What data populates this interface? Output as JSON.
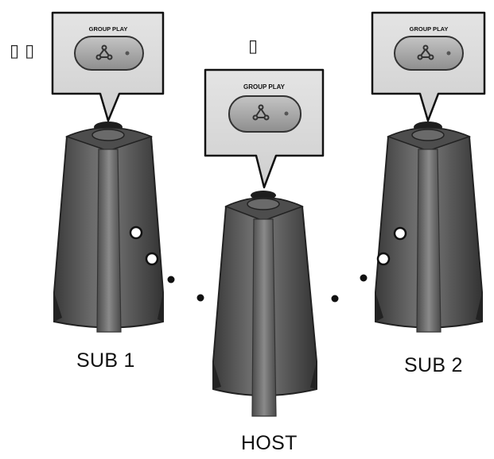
{
  "speakers": {
    "sub1": {
      "label": "SUB 1",
      "button_label": "GROUP PLAY"
    },
    "host": {
      "label": "HOST",
      "button_label": "GROUP PLAY"
    },
    "sub2": {
      "label": "SUB 2",
      "button_label": "GROUP PLAY"
    }
  },
  "markers": {
    "sub1": "▯ ▯",
    "host": "▯"
  },
  "icons": {
    "group_play": "group-play-icon",
    "led": "led-dot-icon"
  },
  "colors": {
    "speaker_body": "#5a5a5a",
    "speaker_dark": "#2e2e2e",
    "bubble_fill": "#d6d6d6",
    "button_fill": "#a9a9a9"
  }
}
